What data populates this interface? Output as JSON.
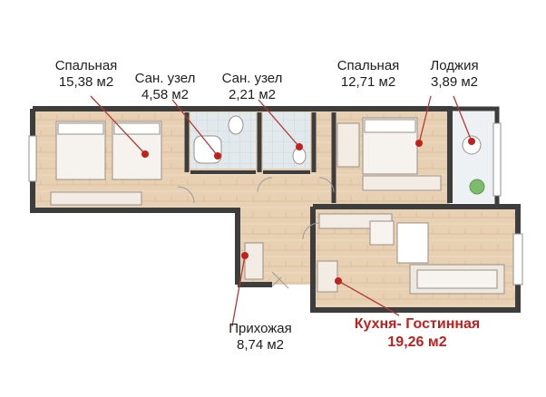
{
  "rooms": [
    {
      "id": "bedroom-left",
      "name": "Спальная",
      "area": "15,38 м2"
    },
    {
      "id": "bathroom-1",
      "name": "Сан. узел",
      "area": "4,58 м2"
    },
    {
      "id": "bathroom-2",
      "name": "Сан. узел",
      "area": "2,21 м2"
    },
    {
      "id": "bedroom-right",
      "name": "Спальная",
      "area": "12,71 м2"
    },
    {
      "id": "loggia",
      "name": "Лоджия",
      "area": "3,89 м2"
    },
    {
      "id": "hallway",
      "name": "Прихожая",
      "area": "8,74 м2"
    },
    {
      "id": "kitchen-living",
      "name": "Кухня- Гостинная",
      "area": "19,26 м2"
    }
  ],
  "colors": {
    "wall": "#3d3d3d",
    "floor": "#e7cfb1",
    "tile": "#d9e2e6",
    "leader": "#b23a36",
    "marker": "#c0201e",
    "accent_text": "#c0201e"
  }
}
